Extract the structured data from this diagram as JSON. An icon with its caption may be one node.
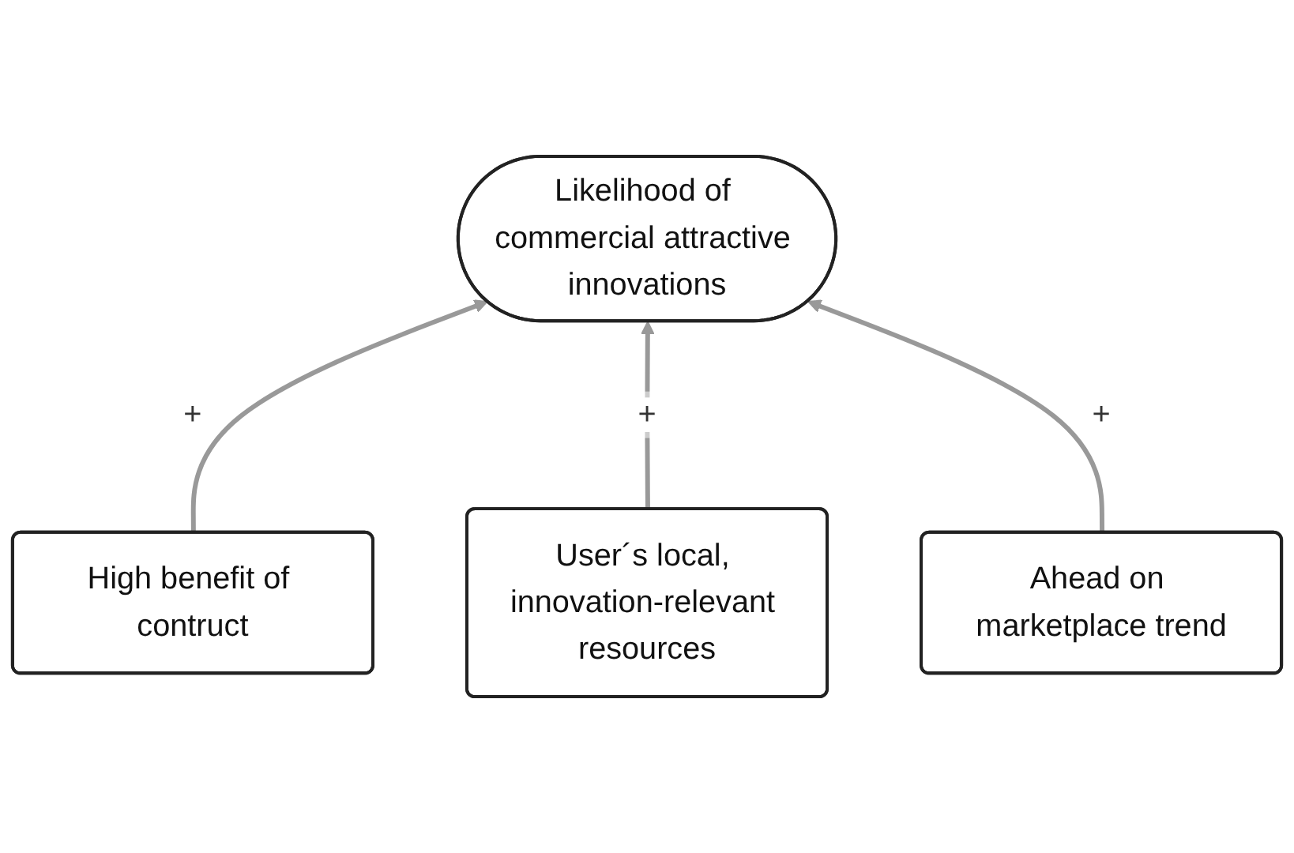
{
  "diagram": {
    "nodes": [
      {
        "text": [
          "Likelihood of commercial attractive innovations"
        ]
      },
      {
        "text": [
          "High benefit of contruct"
        ]
      },
      {
        "text": [
          "User´s local, innovation-relevant resources"
        ]
      },
      {
        "text": [
          "Ahead on marketplace trend"
        ]
      }
    ],
    "edges": [
      {
        "from": 1,
        "to": 0,
        "arrow": "to",
        "label": "+"
      },
      {
        "from": 2,
        "to": 0,
        "arrow": "to",
        "label": "+"
      },
      {
        "from": 3,
        "to": 0,
        "arrow": "to",
        "label": "+"
      }
    ]
  }
}
